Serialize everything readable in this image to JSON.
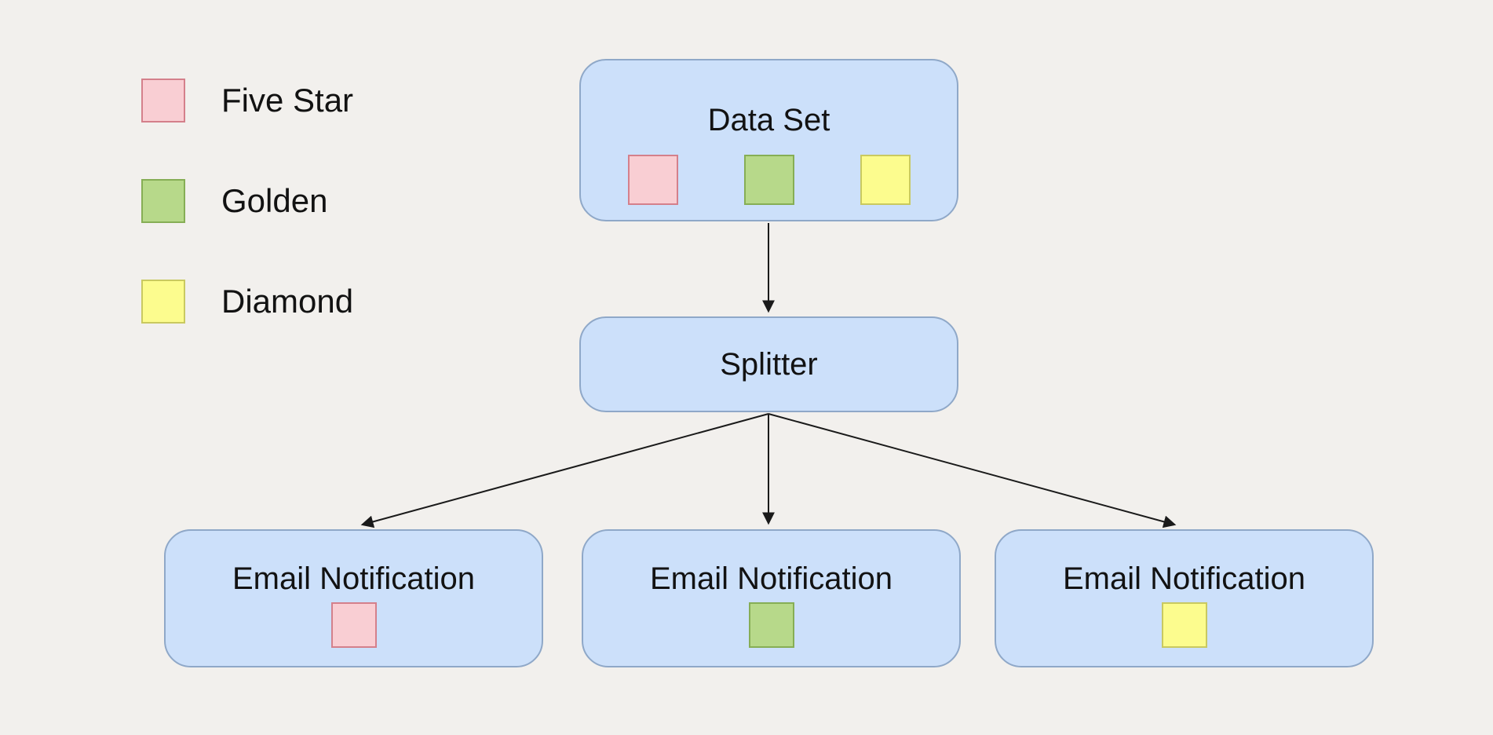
{
  "colors": {
    "background": "#f2f0ed",
    "node_fill": "#cce0fa",
    "node_border": "#8fa8c8",
    "text": "#121212",
    "arrow": "#1a1a1a"
  },
  "categories": {
    "five_star": {
      "label": "Five Star",
      "fill": "#f9ced3",
      "border": "#d4808b"
    },
    "golden": {
      "label": "Golden",
      "fill": "#b7d98a",
      "border": "#86ae55"
    },
    "diamond": {
      "label": "Diamond",
      "fill": "#fcfc8e",
      "border": "#c9c960"
    }
  },
  "legend": {
    "order": [
      "five_star",
      "golden",
      "diamond"
    ]
  },
  "nodes": {
    "dataset": {
      "label": "Data Set",
      "chips": [
        "five_star",
        "golden",
        "diamond"
      ]
    },
    "splitter": {
      "label": "Splitter"
    },
    "emails": [
      {
        "label": "Email Notification",
        "chip": "five_star"
      },
      {
        "label": "Email Notification",
        "chip": "golden"
      },
      {
        "label": "Email Notification",
        "chip": "diamond"
      }
    ]
  }
}
